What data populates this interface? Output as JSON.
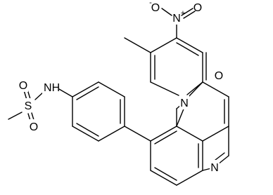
{
  "diagram": {
    "type": "chemical-structure",
    "atoms": [
      {
        "id": "S",
        "label": "S"
      },
      {
        "id": "O_top",
        "label": "O"
      },
      {
        "id": "O_bottom",
        "label": "O"
      },
      {
        "id": "NH",
        "label": "N",
        "suffix": "H"
      },
      {
        "id": "N_ring",
        "label": "N"
      },
      {
        "id": "O_keto",
        "label": "O"
      },
      {
        "id": "N_quin",
        "label": "N"
      },
      {
        "id": "N_nitro",
        "label": "N",
        "charge": "+"
      },
      {
        "id": "O_nitro_minus",
        "label": "O",
        "charge": "-"
      },
      {
        "id": "O_nitro",
        "label": "O"
      }
    ],
    "colors": {
      "bond": "#000000",
      "text": "#000000",
      "background": "#ffffff"
    }
  }
}
